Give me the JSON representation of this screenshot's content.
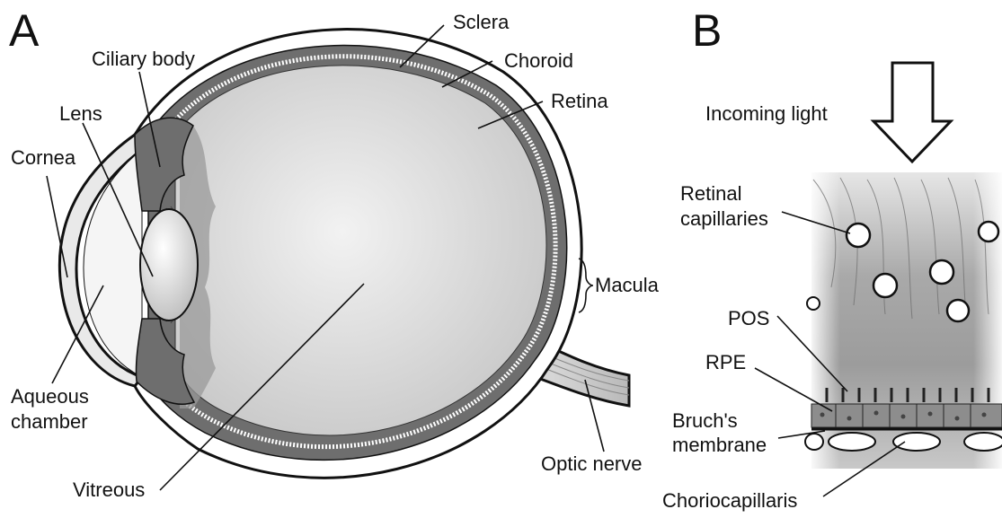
{
  "panel_a": {
    "letter": "A",
    "labels": {
      "sclera": "Sclera",
      "choroid": "Choroid",
      "retina": "Retina",
      "ciliary_body": "Ciliary body",
      "lens": "Lens",
      "cornea": "Cornea",
      "macula": "Macula",
      "aqueous_1": "Aqueous",
      "aqueous_2": "chamber",
      "vitreous": "Vitreous",
      "optic_nerve": "Optic nerve"
    }
  },
  "panel_b": {
    "letter": "B",
    "labels": {
      "incoming_light": "Incoming light",
      "retinal_cap_1": "Retinal",
      "retinal_cap_2": "capillaries",
      "pos": "POS",
      "rpe": "RPE",
      "bruch_1": "Bruch's",
      "bruch_2": "membrane",
      "choriocapillaris": "Choriocapillaris"
    }
  },
  "colors": {
    "outline": "#111111",
    "choroid_fill": "#6e6e6e",
    "vitreous_fill": "#d6d6d6",
    "tissue_fill": "#bcbcbc"
  }
}
